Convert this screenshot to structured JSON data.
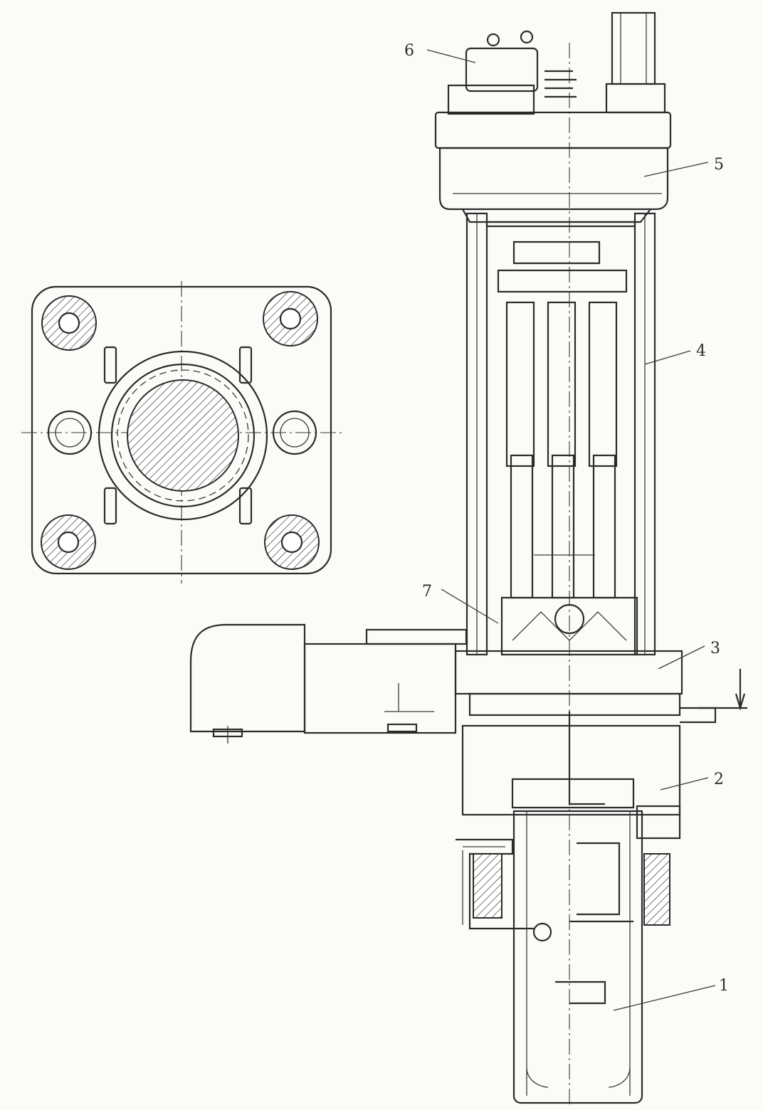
{
  "figure": {
    "callouts": [
      {
        "id": "c1",
        "text": "1"
      },
      {
        "id": "c2",
        "text": "2"
      },
      {
        "id": "c3",
        "text": "3"
      },
      {
        "id": "c4",
        "text": "4"
      },
      {
        "id": "c5",
        "text": "5"
      },
      {
        "id": "c6",
        "text": "6"
      },
      {
        "id": "c7",
        "text": "7"
      }
    ],
    "ink_color": "#2b2b2b",
    "paper_color": "#fbfbf8"
  }
}
